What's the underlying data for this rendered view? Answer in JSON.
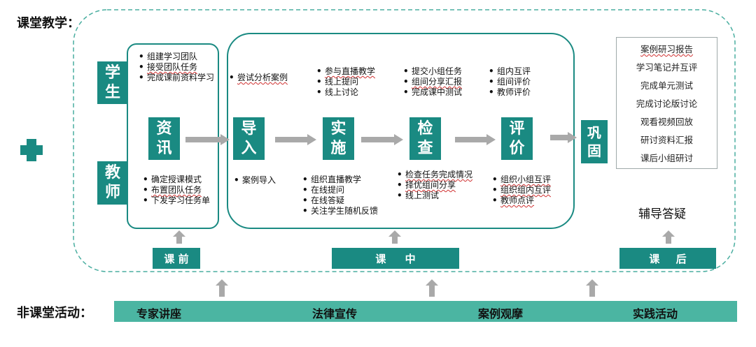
{
  "header": {
    "classroom": "课堂教学：",
    "nonclassroom": "非课堂活动："
  },
  "colors": {
    "teal": "#1a8a82",
    "bar": "#4bb5a2",
    "dashed": "#4aaea0",
    "arrow": "#a9a9a9"
  },
  "roles": {
    "student": "学生",
    "teacher": "教师"
  },
  "stages": {
    "zixun": "资讯",
    "daoru": "导入",
    "shishi": "实施",
    "jiancha": "检查",
    "pingjia": "评价",
    "gonggu": "巩固"
  },
  "student": {
    "zixun": [
      "组建学习团队",
      "接受团队任务",
      "完成课前资料学习"
    ],
    "daoru": [
      "尝试分析案例"
    ],
    "shishi": [
      "参与直播教学",
      "线上提问",
      "线上讨论"
    ],
    "jiancha": [
      "提交小组任务",
      "组间分享汇报",
      "完成课中测试"
    ],
    "pingjia": [
      "组内互评",
      "组间评价",
      "教师评价"
    ]
  },
  "teacher": {
    "zixun": [
      "确定授课模式",
      "布置团队任务",
      "下发学习任务单"
    ],
    "daoru": [
      "案例导入"
    ],
    "shishi": [
      "组织直播教学",
      "在线提问",
      "在线答疑",
      "关注学生随机反馈"
    ],
    "jiancha": [
      "检查任务完成情况",
      "择优组间分享",
      "线上测试"
    ],
    "pingjia": [
      "组织小组互评",
      "组织组内互评",
      "教师点评"
    ]
  },
  "after_class": {
    "items": [
      "案例研习报告",
      "学习笔记并互评",
      "完成单元测试",
      "完成讨论版讨论",
      "观看视频回放",
      "研讨资料汇报",
      "课后小组研讨"
    ],
    "tutoring": "辅导答疑"
  },
  "phases": {
    "before": "课 前",
    "during": "课 中",
    "after": "课 后"
  },
  "activities": [
    "专家讲座",
    "法律宣传",
    "案例观摩",
    "实践活动"
  ]
}
